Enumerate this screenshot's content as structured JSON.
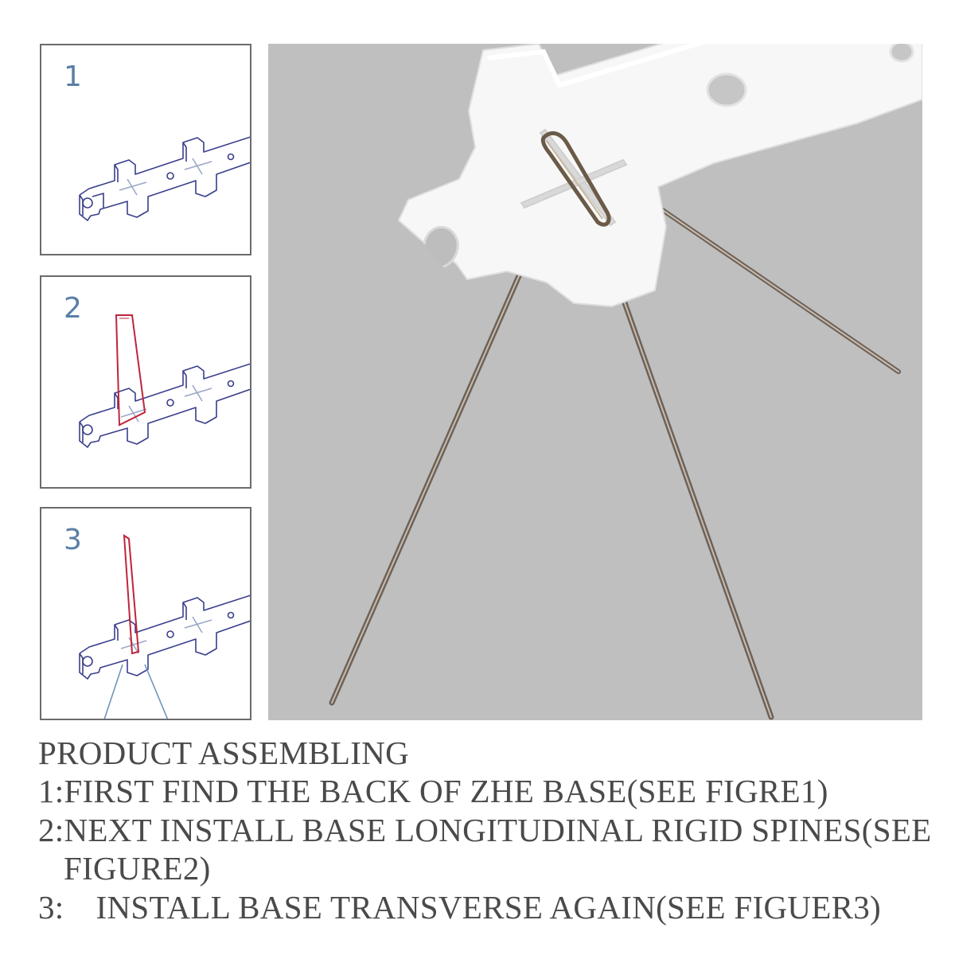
{
  "figures": [
    {
      "number": "1"
    },
    {
      "number": "2"
    },
    {
      "number": "3"
    }
  ],
  "instructions": {
    "heading": "PRODUCT ASSEMBLING",
    "step1": "1:FIRST FIND THE BACK OF ZHE BASE(SEE FIGRE1)",
    "step2_line1": "2:NEXT INSTALL BASE LONGITUDINAL RIGID SPINES(SEE",
    "step2_line2": "FIGURE2)",
    "step3_prefix": "3:",
    "step3_text": "INSTALL BASE TRANSVERSE AGAIN(SEE FIGUER3)"
  },
  "colors": {
    "diagram_line": "#3a3f8c",
    "spine_red": "#c0243c",
    "cross_mark": "#9aa8c8",
    "transverse_wire": "#6f95b8",
    "photo_background": "#bfbfbf",
    "base_white": "#f7f7f7",
    "wire_metal": "#7a6d62"
  }
}
